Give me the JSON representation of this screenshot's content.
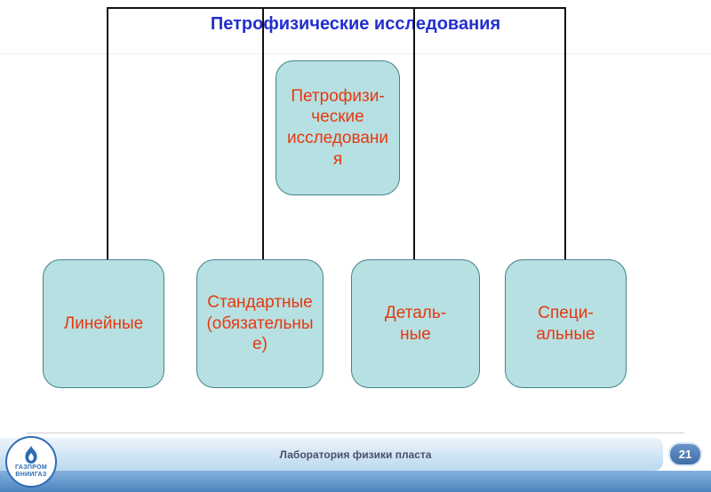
{
  "title": "Петрофизические исследования",
  "diagram": {
    "root": {
      "label": "Петрофизи-\nческие\nисследования"
    },
    "children": [
      {
        "label": "Линейные"
      },
      {
        "label": "Стандартные (обязательные)"
      },
      {
        "label": "Деталь-\nные"
      },
      {
        "label": "Специ-\nальные"
      }
    ]
  },
  "footer": {
    "lab": "Лаборатория физики пласта",
    "page": "21",
    "logo_line1": "ГАЗПРОМ",
    "logo_line2": "ВНИИГАЗ"
  },
  "colors": {
    "title_text": "#2430cc",
    "node_fill": "#b6e0e2",
    "node_border": "#44828a",
    "node_text": "#e8380f",
    "connector": "#111111",
    "footer_band": "#b9d8ef",
    "footer_bar": "#4c83bd",
    "badge_bg": "#3f6da6",
    "logo_blue": "#2f6cb3"
  }
}
